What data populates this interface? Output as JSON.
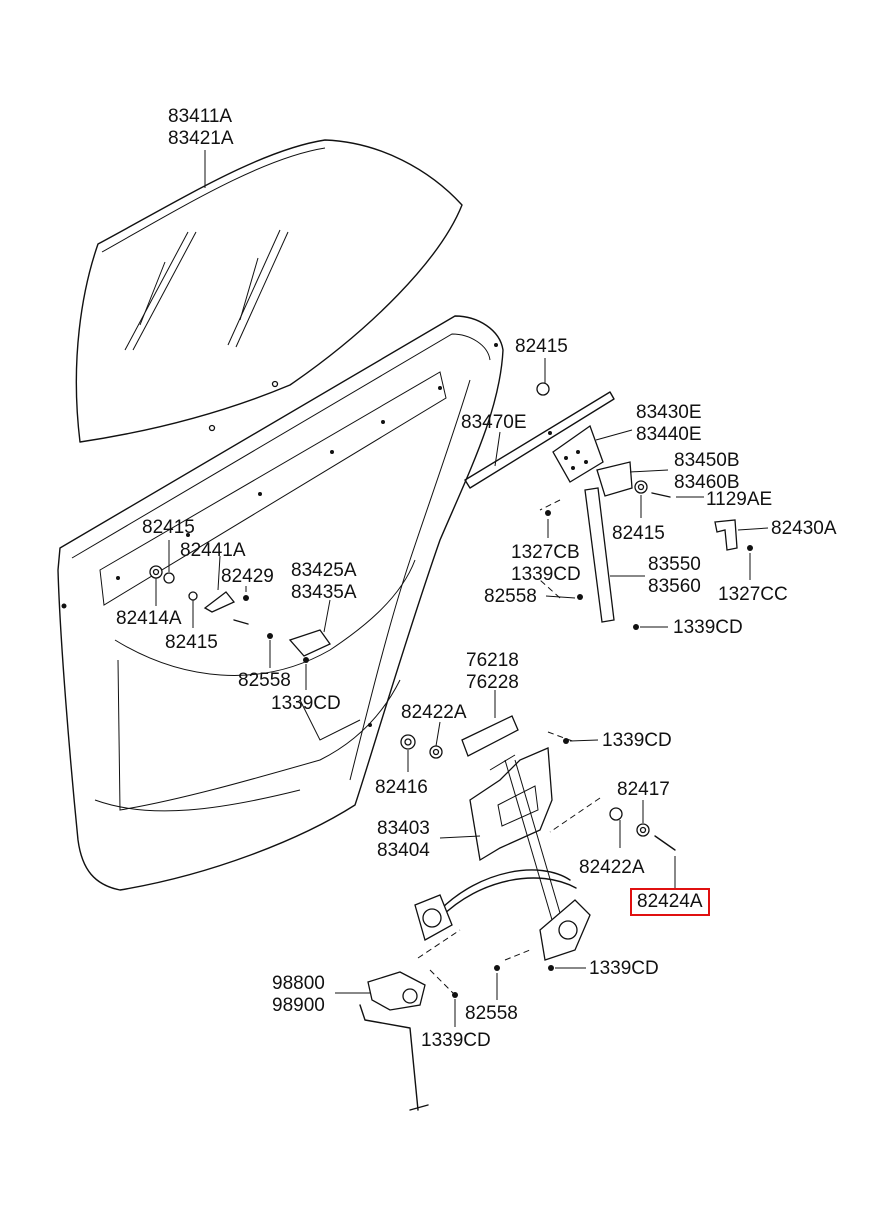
{
  "labels": {
    "glass": [
      "83411A",
      "83421A"
    ],
    "c82415_top": "82415",
    "c83470E": "83470E",
    "c83430": [
      "83430E",
      "83440E"
    ],
    "c83450": [
      "83450B",
      "83460B"
    ],
    "c1129AE": "1129AE",
    "c82415_r": "82415",
    "c82430A": "82430A",
    "c1327": [
      "1327CB",
      "1339CD"
    ],
    "c83550": [
      "83550",
      "83560"
    ],
    "c1327CC": "1327CC",
    "c82558_r": "82558",
    "c1339_r": "1339CD",
    "c82415_l": "82415",
    "c82441A": "82441A",
    "c82429": "82429",
    "c83425": [
      "83425A",
      "83435A"
    ],
    "c82414A": "82414A",
    "c82415_l2": "82415",
    "c82558_l": "82558",
    "c1339_l": "1339CD",
    "c76218": [
      "76218",
      "76228"
    ],
    "c82422A_top": "82422A",
    "c1339_m": "1339CD",
    "c82416": "82416",
    "c82417": "82417",
    "c83403": [
      "83403",
      "83404"
    ],
    "c82422A_b": "82422A",
    "c82424A": "82424A",
    "c1339_b": "1339CD",
    "c98800": [
      "98800",
      "98900"
    ],
    "c82558_b": "82558",
    "c1339_bb": "1339CD"
  },
  "highlight": {
    "part": "82424A",
    "color": "#e01010"
  }
}
